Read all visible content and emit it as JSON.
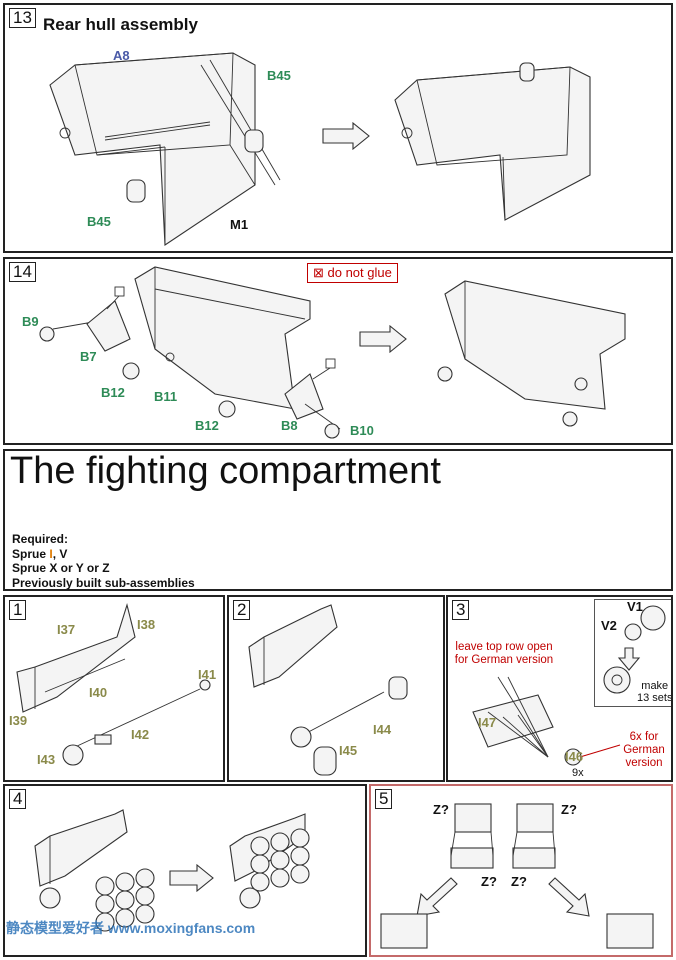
{
  "step13": {
    "number": "13",
    "title": "Rear hull assembly",
    "labels": {
      "a8": "A8",
      "b45_top": "B45",
      "b45_bottom": "B45",
      "m1": "M1"
    }
  },
  "step14": {
    "number": "14",
    "do_not_glue": "⊠  do not glue",
    "labels": {
      "b9": "B9",
      "b7": "B7",
      "b12_left": "B12",
      "b11": "B11",
      "b12_right": "B12",
      "b8": "B8",
      "b10": "B10"
    }
  },
  "section": {
    "title": "The fighting compartment",
    "required_heading": "Required:",
    "sprue_line_prefix": "Sprue ",
    "sprue_highlight": "I",
    "sprue_line_suffix": ", V",
    "sprue_line2": "Sprue X or Y or Z",
    "sprue_line3": "Previously built sub-assemblies"
  },
  "step1": {
    "number": "1",
    "labels": {
      "i37": "I37",
      "i38": "I38",
      "i39": "I39",
      "i40": "I40",
      "i41": "I41",
      "i42": "I42",
      "i43": "I43"
    }
  },
  "step2": {
    "number": "2",
    "labels": {
      "i44": "I44",
      "i45": "I45"
    }
  },
  "step3": {
    "number": "3",
    "note_top": "leave top row open\nfor German version",
    "note_right": "6x for\nGerman\nversion",
    "labels": {
      "i47": "I47",
      "i46": "I46",
      "count": "9x"
    },
    "inset": {
      "v1": "V1",
      "v2": "V2",
      "make": "make\n13 sets"
    }
  },
  "step4": {
    "number": "4"
  },
  "step5": {
    "number": "5",
    "labels": {
      "z1": "Z?",
      "z2": "Z?",
      "z3": "Z?",
      "z4": "Z?"
    }
  },
  "watermark": "静态模型爱好者 www.moxingfans.com",
  "colors": {
    "label_green": "#2e8b57",
    "label_blue": "#4a5aa8",
    "label_red": "#c00000",
    "label_olive": "#8a8a4a",
    "highlight_orange": "#e07b00"
  }
}
